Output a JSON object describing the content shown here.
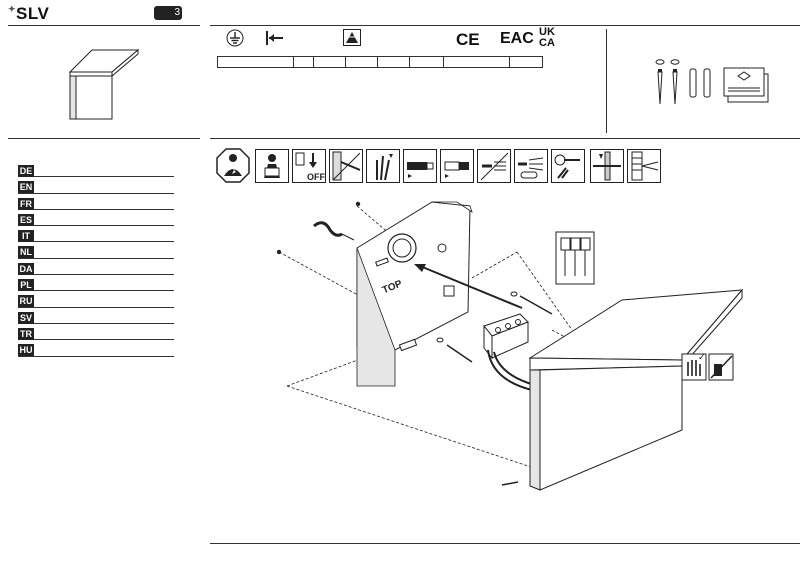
{
  "header": {
    "brand": "SLV",
    "badge_glyph": "3"
  },
  "specs": {
    "earth_symbol": "⏚",
    "ce_mark": "CE",
    "eac_mark": "EAC",
    "ukca_line1": "UK",
    "ukca_line2": "CA"
  },
  "languages": [
    "DE",
    "EN",
    "FR",
    "ES",
    "IT",
    "NL",
    "DA",
    "PL",
    "RU",
    "SV",
    "TR",
    "HU"
  ],
  "instruction_steps": [
    {
      "icon": "electrician-icon"
    },
    {
      "icon": "read-manual-icon"
    },
    {
      "icon": "power-off-icon",
      "label": "OFF"
    },
    {
      "icon": "cut-cable-icon"
    },
    {
      "icon": "strip-cable-icon"
    },
    {
      "icon": "cable-end-icon"
    },
    {
      "icon": "sleeve-icon"
    },
    {
      "icon": "cable-gland-icon"
    },
    {
      "icon": "crimp-icon"
    },
    {
      "icon": "ferrule-icon"
    },
    {
      "icon": "cable-through-wall-icon"
    },
    {
      "icon": "cable-into-box-icon"
    }
  ],
  "diagram": {
    "top_label": "TOP",
    "colors": {
      "line": "#222222",
      "fill": "#ffffff",
      "shade": "#e6e6e6"
    }
  }
}
